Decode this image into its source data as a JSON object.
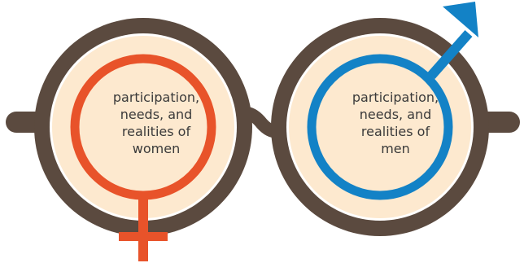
{
  "lenses": {
    "women": {
      "lines": [
        "participation,",
        "needs, and",
        "realities of",
        "women"
      ]
    },
    "men": {
      "lines": [
        "participation,",
        "needs, and",
        "realities of",
        "men"
      ]
    }
  },
  "colors": {
    "frame": "#5b4a3f",
    "lens_fill": "#fde9cf",
    "female_symbol": "#e8532a",
    "male_symbol": "#1382c6",
    "text": "#3a3a3a"
  },
  "icons": {
    "left_lens_symbol": "female-symbol-icon",
    "right_lens_symbol": "male-symbol-icon"
  }
}
